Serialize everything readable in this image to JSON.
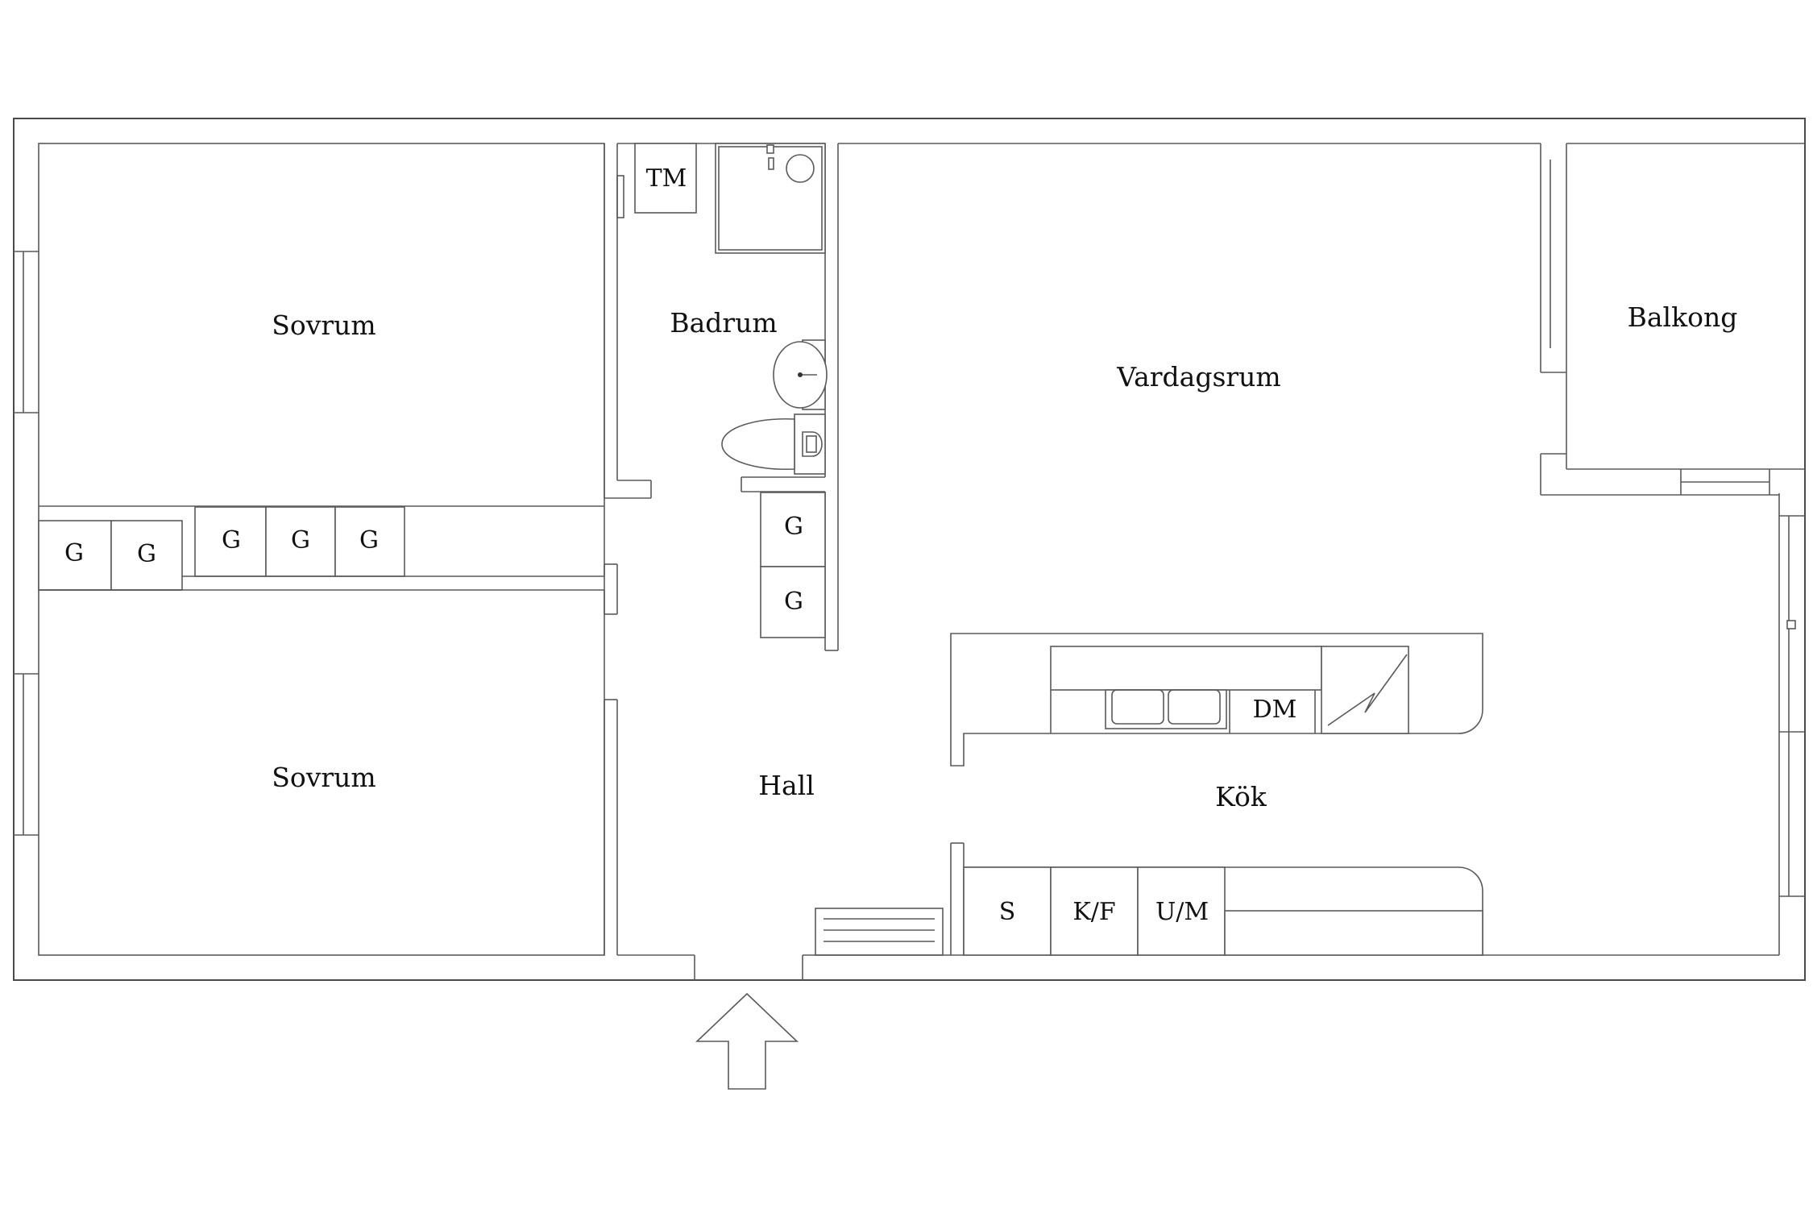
{
  "rooms": {
    "bedroom_top": "Sovrum",
    "bedroom_bottom": "Sovrum",
    "bathroom": "Badrum",
    "living_room": "Vardagsrum",
    "balcony": "Balkong",
    "hall": "Hall",
    "kitchen": "Kök"
  },
  "fixtures": {
    "washing_machine": "TM",
    "wardrobe": "G",
    "dishwasher": "DM",
    "freezer": "S",
    "fridge_freezer": "K/F",
    "oven_microwave": "U/M"
  },
  "colors": {
    "line": "#4a4a4a",
    "background": "#ffffff",
    "text": "#111111"
  }
}
